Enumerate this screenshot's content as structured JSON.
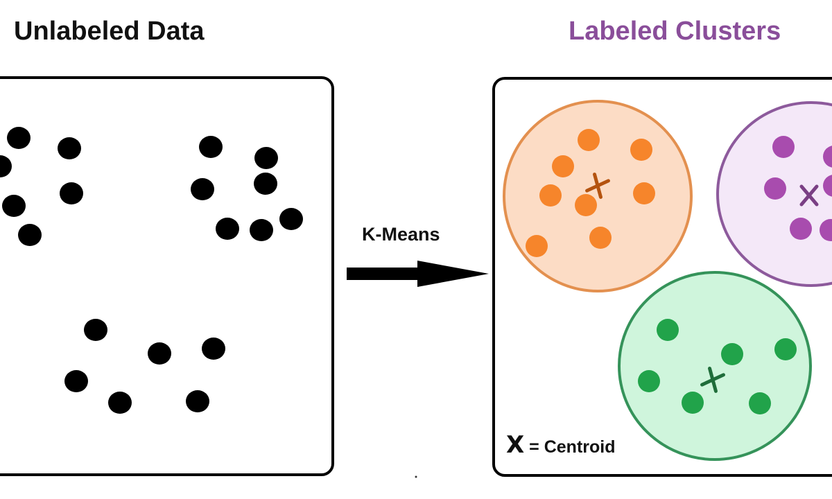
{
  "left_panel": {
    "title": "Unlabeled Data",
    "point_color": "#000000"
  },
  "arrow": {
    "label": "K-Means"
  },
  "right_panel": {
    "title": "Labeled Clusters",
    "title_color": "#8a4e9a",
    "legend": {
      "symbol": "X",
      "text": "= Centroid"
    },
    "clusters": [
      {
        "name": "orange",
        "fill": "#fcdcc5",
        "stroke": "#e3904f",
        "point": "#f6852b",
        "centroid": "#b4530f"
      },
      {
        "name": "purple",
        "fill": "#f4e8f8",
        "stroke": "#8d5a9c",
        "point": "#a84cae",
        "centroid": "#7a3f84"
      },
      {
        "name": "green",
        "fill": "#cff5dc",
        "stroke": "#35935a",
        "point": "#21a34a",
        "centroid": "#1f6d3a"
      }
    ]
  }
}
